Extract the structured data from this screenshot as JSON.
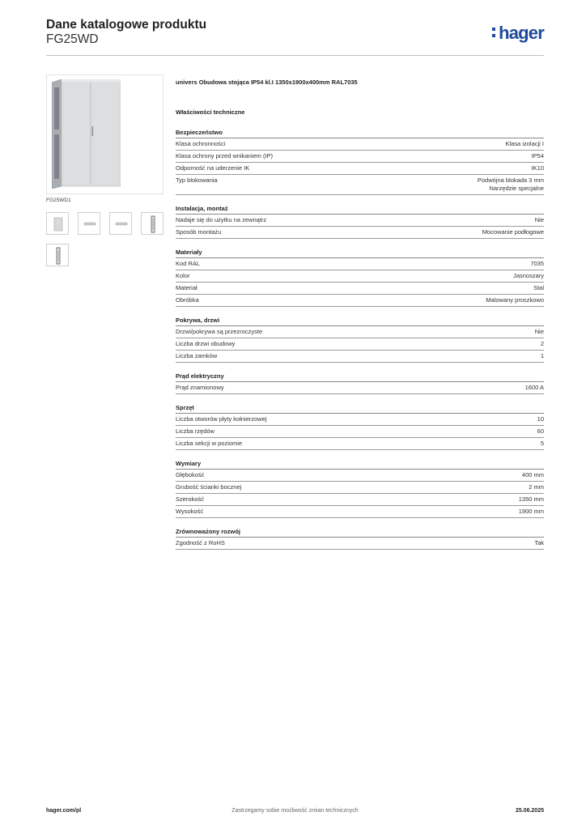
{
  "header": {
    "title": "Dane katalogowe produktu",
    "subtitle": "FG25WD",
    "logo_text": "hager",
    "logo_color": "#1f4a9c"
  },
  "image": {
    "caption": "FG25WD1",
    "thumbnails": [
      "cabinet-front-thumbnail",
      "panel-thumbnail",
      "panel-thumbnail",
      "cabinet-side-thumbnail",
      "cabinet-side-thumbnail"
    ]
  },
  "product_description": "univers Obudowa stojąca IP54 kl.I 1350x1900x400mm RAL7035",
  "tech_heading": "Właściwości techniczne",
  "sections": [
    {
      "title": "Bezpieczeństwo",
      "rows": [
        {
          "label": "Klasa ochronności",
          "value": [
            "Klasa izolacji I"
          ]
        },
        {
          "label": "Klasa ochrony przed wnikaniem (IP)",
          "value": [
            "IP54"
          ]
        },
        {
          "label": "Odporność na uderzenie IK",
          "value": [
            "IK10"
          ]
        },
        {
          "label": "Typ blokowania",
          "value": [
            "Podwójna blokada 3 mm",
            "Narzędzie specjalne"
          ]
        }
      ]
    },
    {
      "title": "Instalacja, montaż",
      "rows": [
        {
          "label": "Nadaje się do użytku na zewnątrz",
          "value": [
            "Nie"
          ]
        },
        {
          "label": "Sposób montażu",
          "value": [
            "Mocowanie podłogowe"
          ]
        }
      ]
    },
    {
      "title": "Materiały",
      "rows": [
        {
          "label": "Kod RAL",
          "value": [
            "7035"
          ]
        },
        {
          "label": "Kolor",
          "value": [
            "Jasnoszary"
          ]
        },
        {
          "label": "Materiał",
          "value": [
            "Stal"
          ]
        },
        {
          "label": "Obróbka",
          "value": [
            "Malowany proszkowo"
          ]
        }
      ]
    },
    {
      "title": "Pokrywa, drzwi",
      "rows": [
        {
          "label": "Drzwi/pokrywa są przezroczyste",
          "value": [
            "Nie"
          ]
        },
        {
          "label": "Liczba drzwi obudowy",
          "value": [
            "2"
          ]
        },
        {
          "label": "Liczba zamków",
          "value": [
            "1"
          ]
        }
      ]
    },
    {
      "title": "Prąd elektryczny",
      "rows": [
        {
          "label": "Prąd znamionowy",
          "value": [
            "1600 A"
          ]
        }
      ]
    },
    {
      "title": "Sprzęt",
      "rows": [
        {
          "label": "Liczba otworów płyty kołnierzowej",
          "value": [
            "10"
          ]
        },
        {
          "label": "Liczba rzędów",
          "value": [
            "60"
          ]
        },
        {
          "label": "Liczba sekcji w poziomie",
          "value": [
            "5"
          ]
        }
      ]
    },
    {
      "title": "Wymiary",
      "rows": [
        {
          "label": "Głębokość",
          "value": [
            "400 mm"
          ]
        },
        {
          "label": "Grubość ścianki bocznej",
          "value": [
            "2 mm"
          ]
        },
        {
          "label": "Szerokość",
          "value": [
            "1350 mm"
          ]
        },
        {
          "label": "Wysokość",
          "value": [
            "1900 mm"
          ]
        }
      ]
    },
    {
      "title": "Zrównoważony rozwój",
      "rows": [
        {
          "label": "Zgodność z RoHS",
          "value": [
            "Tak"
          ]
        }
      ]
    }
  ],
  "footer": {
    "website": "hager.com/pl",
    "disclaimer": "Zastrzegamy sobie możliwość zmian technicznych",
    "date": "25.06.2025"
  }
}
